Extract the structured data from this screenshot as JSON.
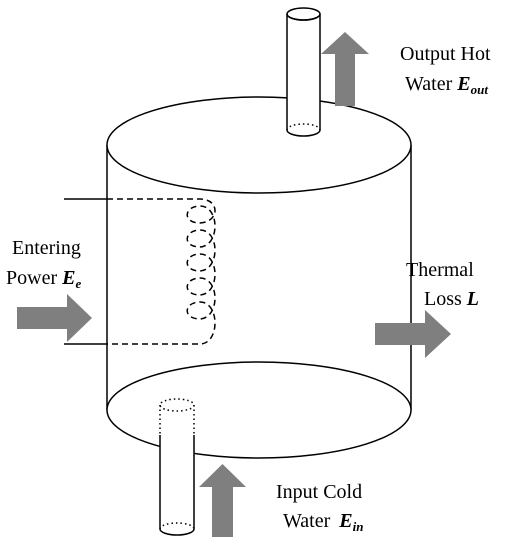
{
  "labels": {
    "output": {
      "line1": "Output Hot",
      "line2": "Water",
      "symbol": "E",
      "sub": "out"
    },
    "power": {
      "line1": "Entering",
      "line2": "Power",
      "symbol": "E",
      "sub": "e"
    },
    "loss": {
      "line1": "Thermal",
      "line2": "Loss",
      "symbol": "L"
    },
    "input": {
      "line1": "Input Cold",
      "line2": "Water",
      "symbol": "E",
      "sub": "in"
    }
  },
  "colors": {
    "arrow": "#7f7f7f",
    "line": "#000000"
  }
}
